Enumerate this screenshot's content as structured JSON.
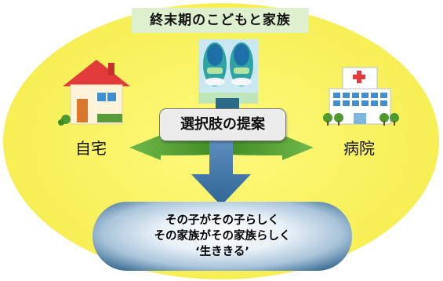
{
  "title": "終末期のこどもと家族",
  "center_box": "選択肢の提案",
  "left_option": "自宅",
  "right_option": "病院",
  "goal": {
    "line1": "その子がその子らしく",
    "line2": "その家族がその家族らしく",
    "line3": "‘生ききる’"
  },
  "icons": {
    "house": "house-icon",
    "hospital": "hospital-icon",
    "shoes": "children-shoes-icon"
  },
  "colors": {
    "background_ellipse": "#fbf570",
    "arrow_green": "#4e9a2e",
    "arrow_blue": "#3f74a6",
    "title_bg": "#dff0cf"
  }
}
